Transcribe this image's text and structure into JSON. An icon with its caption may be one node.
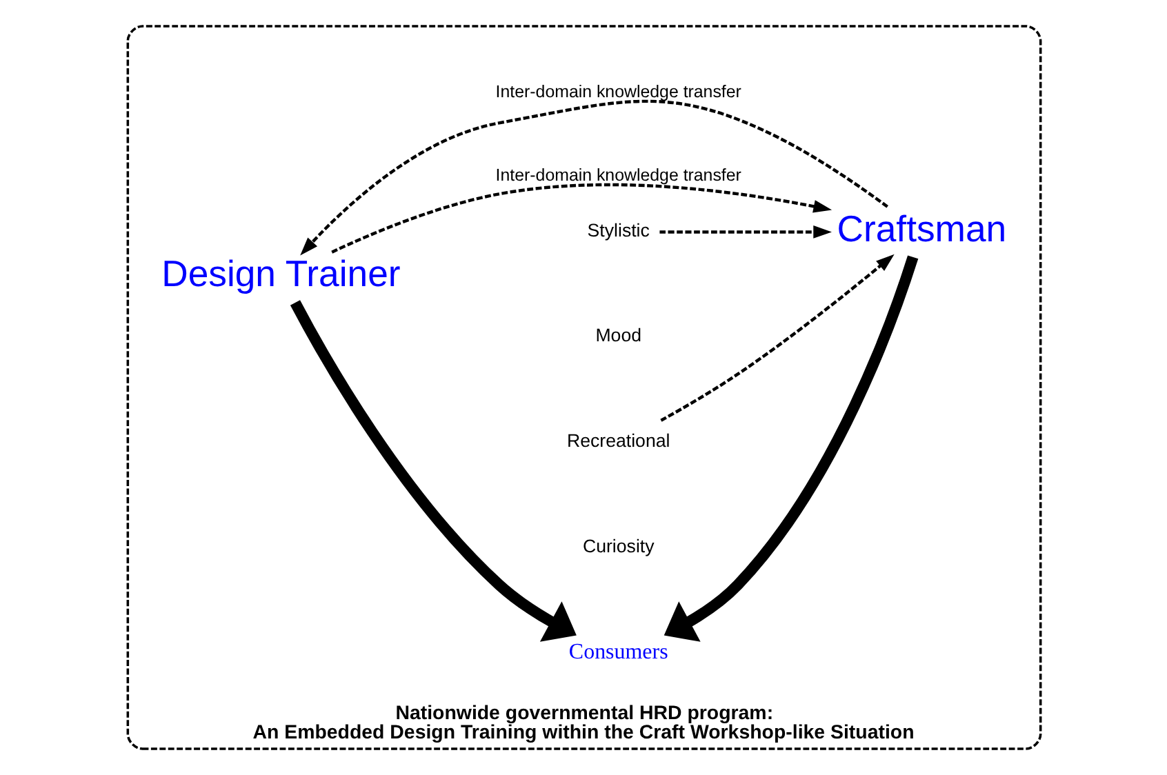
{
  "diagram": {
    "nodes": [
      {
        "text": [
          "Nationwide governmental HRD program:",
          "An Embedded Design Training within the Craft Workshop-like Situation"
        ]
      },
      {
        "text": [
          "Design Trainer"
        ],
        "in": 0
      },
      {
        "text": [
          "Consumers"
        ],
        "in": 0
      },
      {
        "text": [
          "Craftsman"
        ],
        "in": 0
      },
      {
        "text": [
          "Recreational"
        ],
        "in": 0
      },
      {
        "text": [
          "Stylistic"
        ],
        "in": 0
      }
    ],
    "edges": [
      {
        "from": 3,
        "to": 1,
        "arrow": "to",
        "style": "dashed",
        "label": "Inter-domain knowledge transfer"
      },
      {
        "from": 4,
        "to": 3,
        "arrow": "to",
        "style": "dashed"
      },
      {
        "from": 1,
        "to": 2,
        "arrow": "to",
        "style": "thick"
      },
      {
        "from": 3,
        "to": 2,
        "arrow": "to",
        "style": "thick"
      },
      {
        "from": 5,
        "to": 3,
        "arrow": "to",
        "style": "dashed"
      },
      {
        "from": 1,
        "to": 3,
        "arrow": "to",
        "style": "dashed",
        "label": "Inter-domain knowledge transfer"
      }
    ],
    "labels": [
      "Curiosity",
      "Mood"
    ]
  }
}
